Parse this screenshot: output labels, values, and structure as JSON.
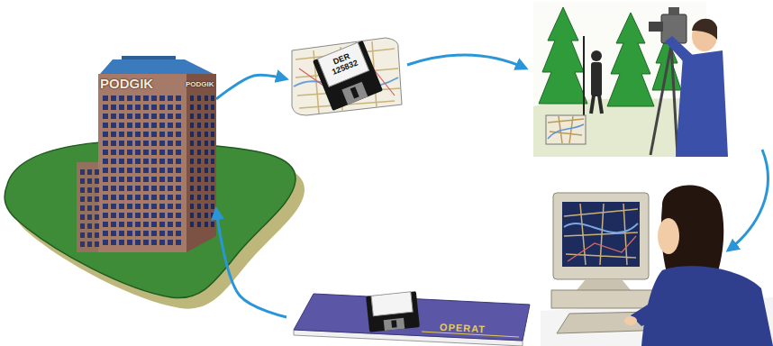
{
  "diagram": {
    "nodes": [
      {
        "text": [
          "PODGIK",
          "PODGIK"
        ]
      },
      {
        "text": [
          "DER 125832"
        ]
      },
      {
        "text": [
          "OPERAT"
        ]
      }
    ],
    "edges": [
      {
        "from": 0,
        "to": 1,
        "arrow": "to"
      },
      {
        "from": 2,
        "to": 0,
        "arrow": "to"
      }
    ]
  }
}
